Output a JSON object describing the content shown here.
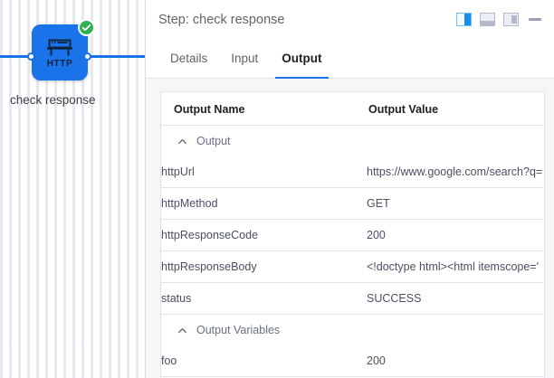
{
  "canvas": {
    "node": {
      "icon_label": "HTTP",
      "icon_name": "http-node-icon",
      "caption": "check response",
      "status": "success",
      "node_color": "#1a73e8",
      "status_color": "#2eb050",
      "edge_color": "#1a73e8"
    }
  },
  "panel": {
    "header": {
      "title": "Step: check response",
      "actions": [
        {
          "name": "layout-side-panel",
          "label": "Side panel layout",
          "active": true
        },
        {
          "name": "layout-bottom-panel",
          "label": "Bottom panel layout",
          "active": false
        },
        {
          "name": "layout-inset-panel",
          "label": "Inset panel layout",
          "active": false
        },
        {
          "name": "minimize-panel",
          "label": "Minimize",
          "active": false
        }
      ],
      "accent_color": "#1a73e8"
    },
    "tabs": [
      {
        "label": "Details",
        "active": false
      },
      {
        "label": "Input",
        "active": false
      },
      {
        "label": "Output",
        "active": true
      }
    ],
    "table": {
      "columns": [
        "Output Name",
        "Output Value"
      ],
      "groups": [
        {
          "label": "Output",
          "expanded": true,
          "rows": [
            {
              "name": "httpUrl",
              "value": "https://www.google.com/search?q="
            },
            {
              "name": "httpMethod",
              "value": "GET"
            },
            {
              "name": "httpResponseCode",
              "value": "200"
            },
            {
              "name": "httpResponseBody",
              "value": "<!doctype html><html itemscope='"
            },
            {
              "name": "status",
              "value": "SUCCESS"
            }
          ]
        },
        {
          "label": "Output Variables",
          "expanded": true,
          "rows": [
            {
              "name": "foo",
              "value": "200"
            }
          ]
        }
      ]
    }
  }
}
